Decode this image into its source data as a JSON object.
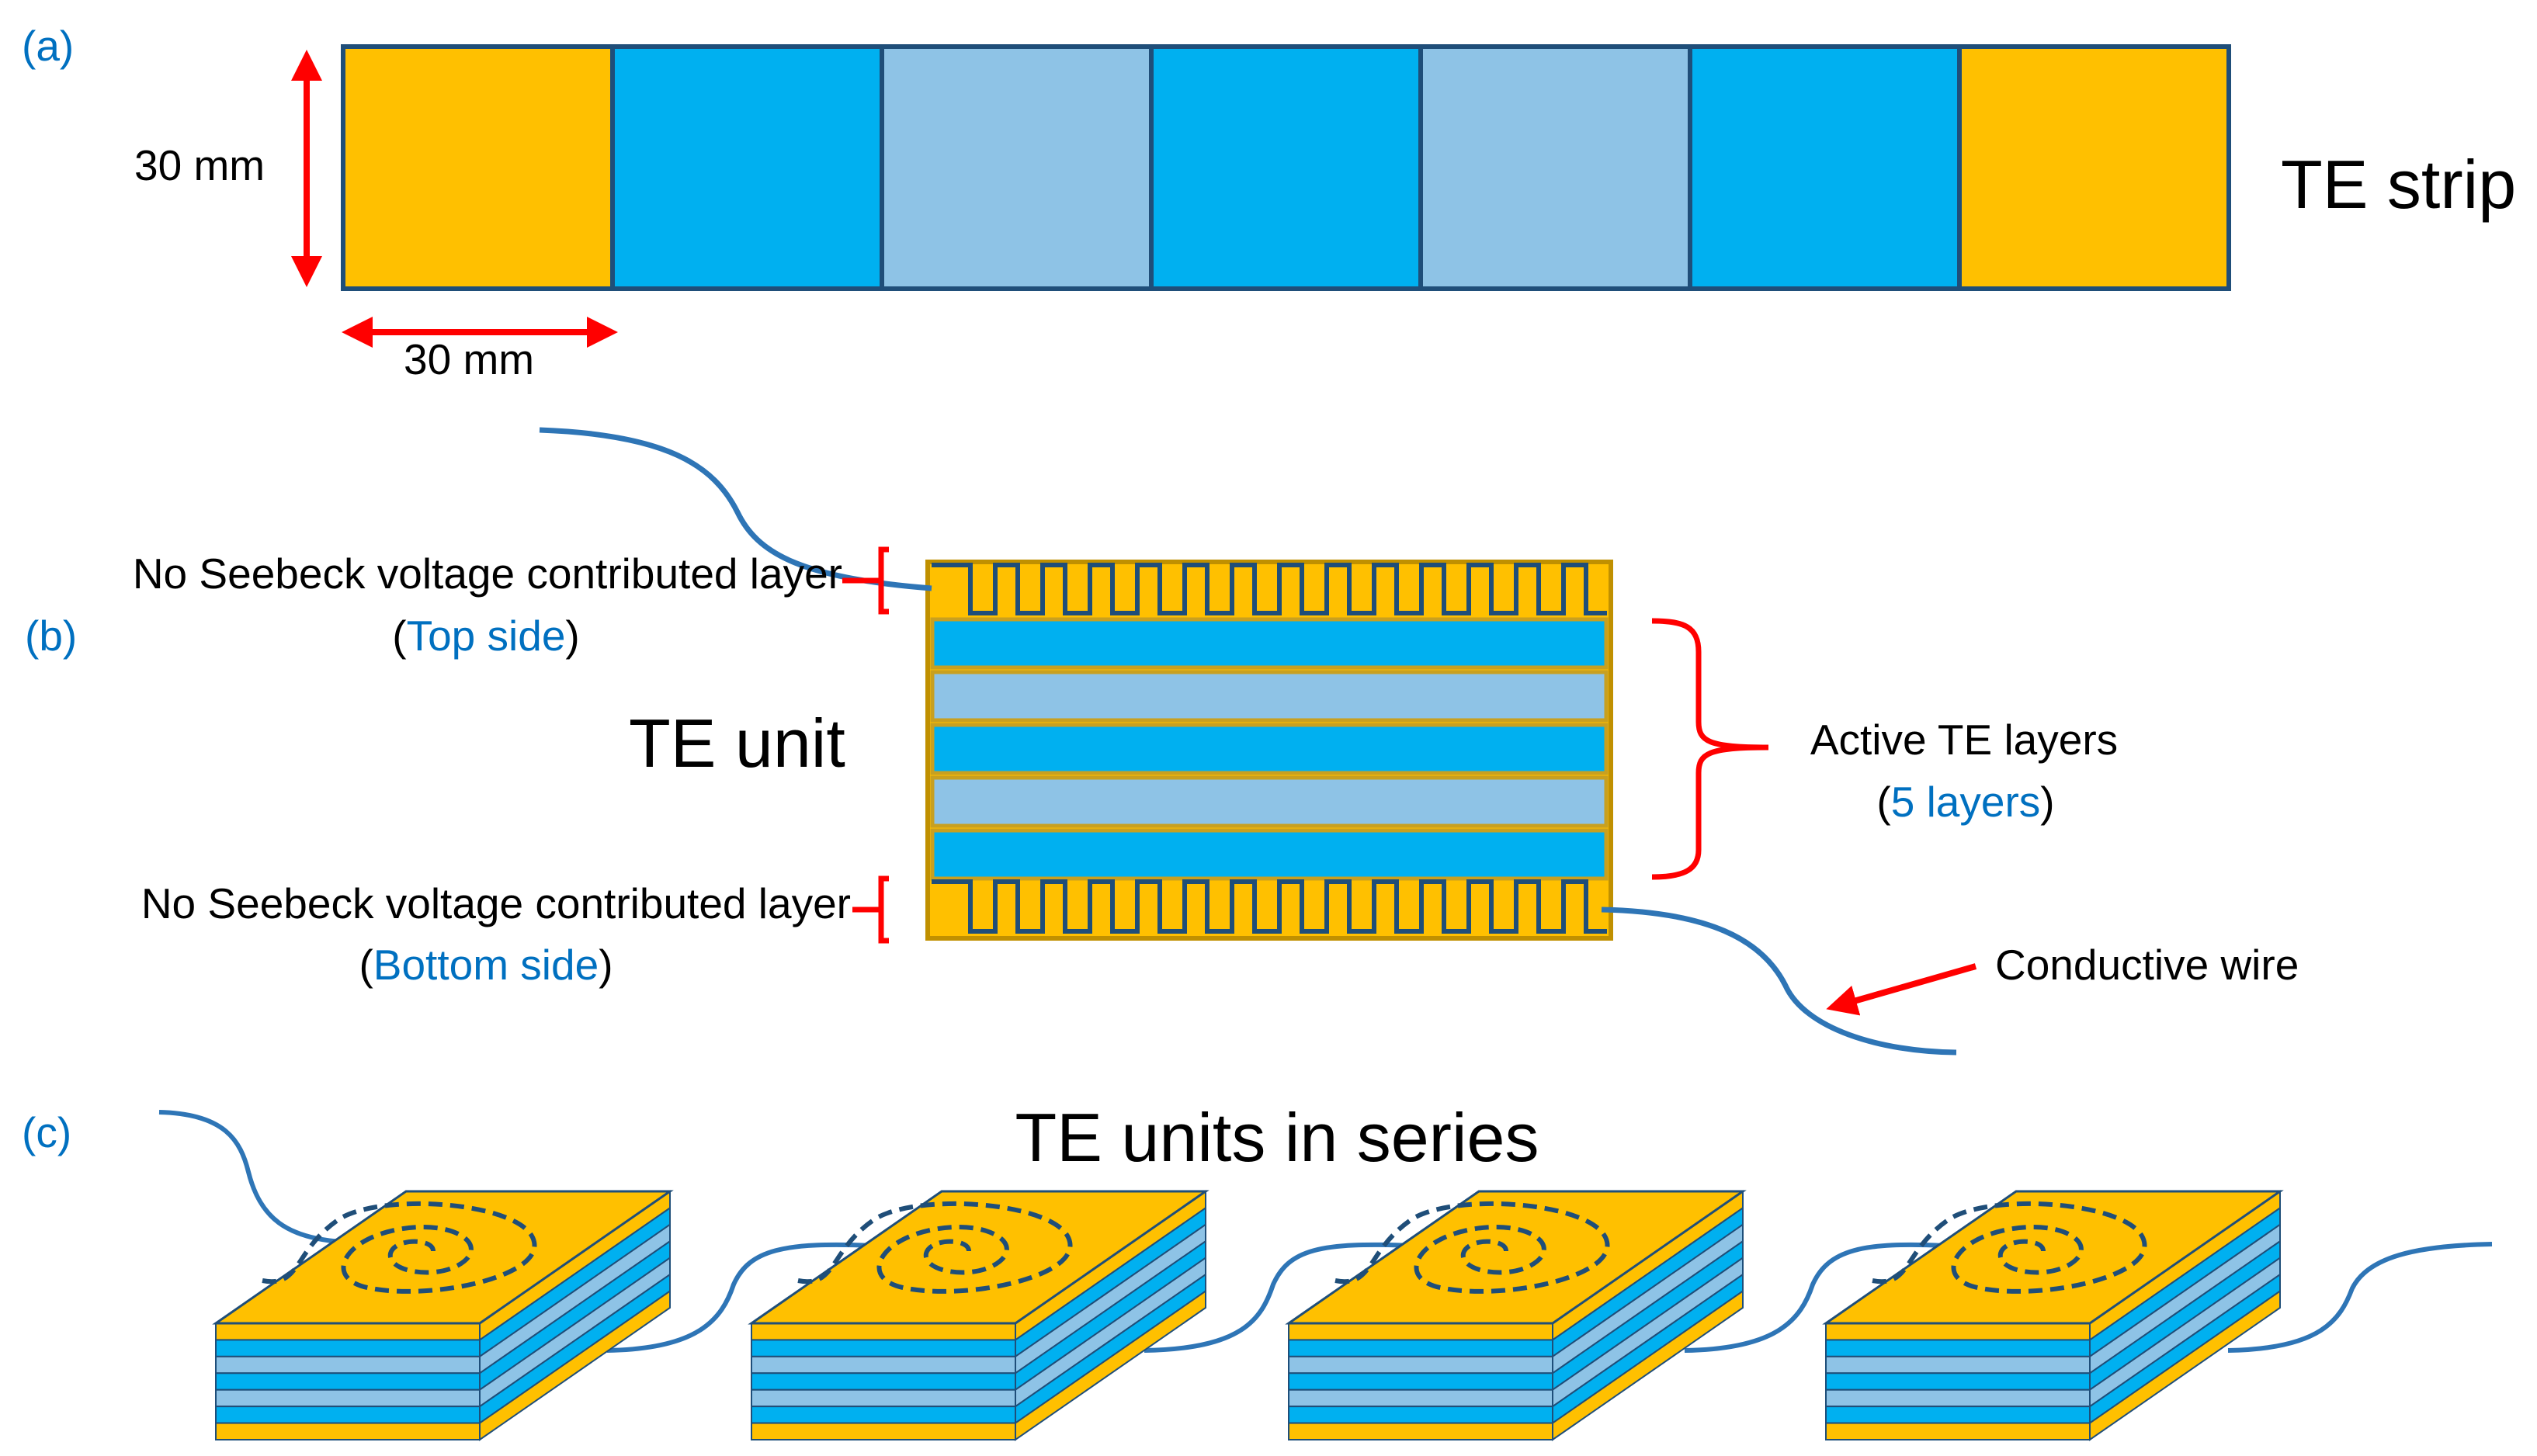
{
  "colors": {
    "gold": "#FFC000",
    "cyan": "#00B0F0",
    "light_blue": "#8EC3E6",
    "outline": "#1F4E79",
    "wire": "#2E75B6",
    "red_arrow": "#FF0000",
    "panel_label": "#0070C0"
  },
  "panel_a": {
    "label": "(a)",
    "height_dim": "30 mm",
    "width_dim": "30 mm",
    "title": "TE strip",
    "segments": [
      "gold",
      "cyan",
      "light_blue",
      "cyan",
      "light_blue",
      "cyan",
      "gold"
    ]
  },
  "panel_b": {
    "label": "(b)",
    "title": "TE unit",
    "top_layer_text": "No Seebeck voltage contributed layer",
    "top_side_open": "(",
    "top_side_word": "Top side",
    "top_side_close": ")",
    "bottom_layer_text": "No Seebeck voltage contributed layer",
    "bottom_side_open": "(",
    "bottom_side_word": "Bottom side",
    "bottom_side_close": ")",
    "active_text": "Active TE layers",
    "active_open": "(",
    "active_count": "5 layers",
    "active_close": ")",
    "wire_text": "Conductive wire",
    "active_layers": [
      "cyan",
      "light_blue",
      "cyan",
      "light_blue",
      "cyan"
    ]
  },
  "panel_c": {
    "label": "(c)",
    "title": "TE units in series",
    "unit_count": 4
  }
}
